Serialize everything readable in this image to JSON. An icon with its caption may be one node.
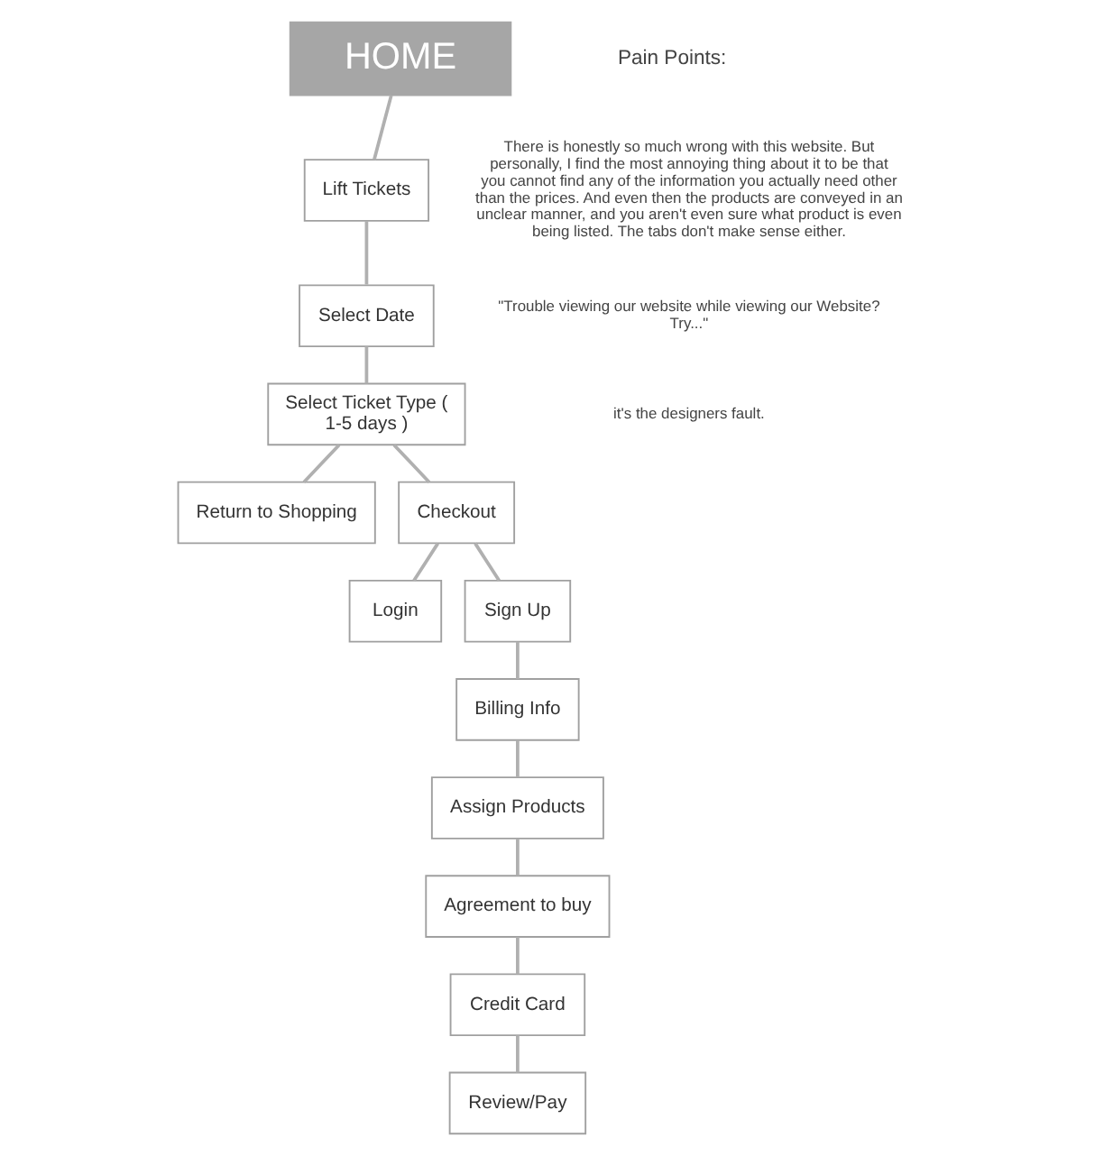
{
  "diagram": {
    "nodes": [
      {
        "text": [
          "HOME"
        ]
      },
      {
        "text": [
          "Lift Tickets"
        ]
      },
      {
        "text": [
          "Select Date"
        ]
      },
      {
        "text": [
          "Select Ticket Type ( 1-5 days )"
        ]
      },
      {
        "text": [
          "Return to Shopping"
        ]
      },
      {
        "text": [
          "Checkout"
        ]
      },
      {
        "text": [
          "Login"
        ]
      },
      {
        "text": [
          "Sign Up"
        ]
      },
      {
        "text": [
          "Billing Info"
        ]
      },
      {
        "text": [
          "Assign Products"
        ]
      },
      {
        "text": [
          "Agreement to buy"
        ]
      },
      {
        "text": [
          "Credit Card"
        ]
      },
      {
        "text": [
          "Review/Pay"
        ]
      }
    ],
    "edges": [
      {
        "from": 0,
        "to": 1,
        "arrow": "none"
      },
      {
        "from": 1,
        "to": 2,
        "arrow": "none"
      },
      {
        "from": 2,
        "to": 3,
        "arrow": "none"
      },
      {
        "from": 3,
        "to": 4,
        "arrow": "none"
      },
      {
        "from": 3,
        "to": 5,
        "arrow": "none"
      },
      {
        "from": 5,
        "to": 6,
        "arrow": "none"
      },
      {
        "from": 5,
        "to": 7,
        "arrow": "none"
      },
      {
        "from": 7,
        "to": 8,
        "arrow": "none"
      },
      {
        "from": 8,
        "to": 9,
        "arrow": "none"
      },
      {
        "from": 9,
        "to": 10,
        "arrow": "none"
      },
      {
        "from": 10,
        "to": 11,
        "arrow": "none"
      },
      {
        "from": 11,
        "to": 12,
        "arrow": "none"
      }
    ],
    "labels": [
      "Pain Points:",
      "There is honestly so much wrong with this website. But personally, I find the most annoying thing about it to be that you cannot find any of the information you actually need other than the prices. And even then the products are conveyed in an unclear manner, and you aren't even sure what product is even being listed. The tabs don't make sense either.",
      "\"Trouble viewing our website while viewing our Website? Try...\"",
      "it's the designers fault."
    ]
  }
}
